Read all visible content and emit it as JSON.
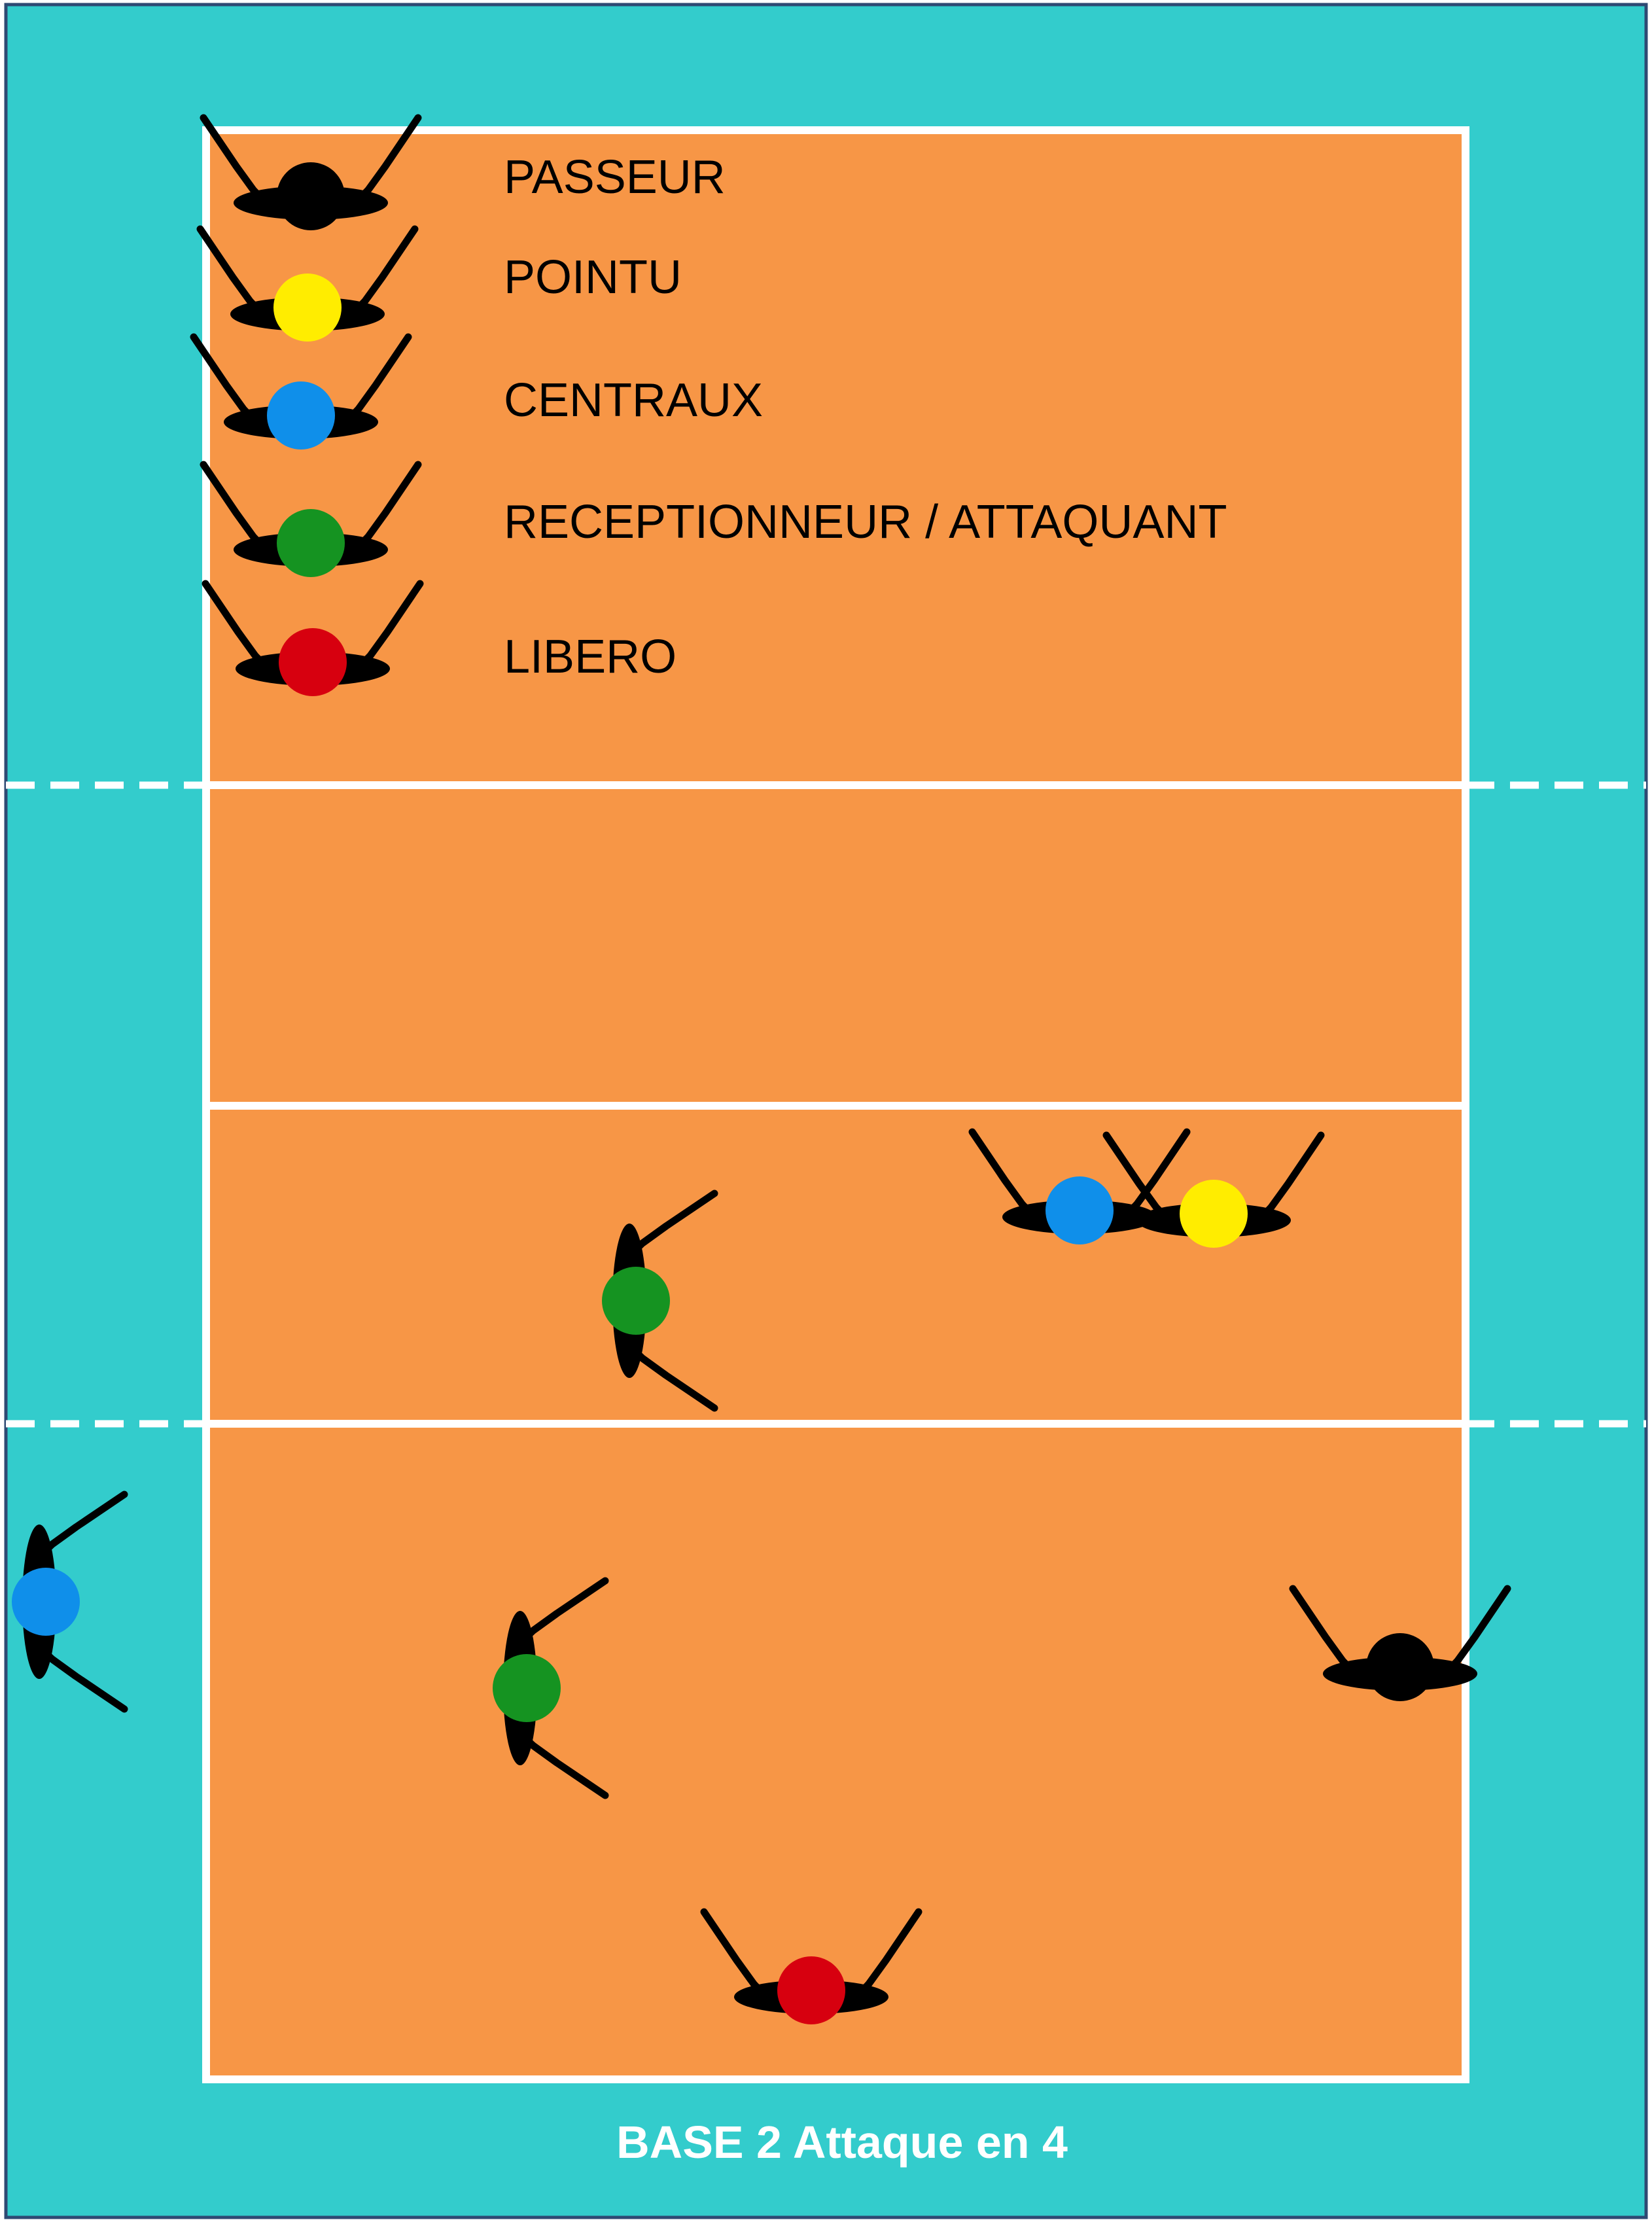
{
  "colors": {
    "surround": "#33CCCC",
    "court": "#F79646",
    "line": "#FFFFFF",
    "border": "#2E4A73",
    "body": "#000000",
    "passeur": "#000000",
    "pointu": "#FFED00",
    "central": "#0F8FEA",
    "receptionneur": "#159321",
    "libero": "#D7000F"
  },
  "legend": [
    {
      "role": "passeur",
      "label": "PASSEUR",
      "color_key": "passeur"
    },
    {
      "role": "pointu",
      "label": "POINTU",
      "color_key": "pointu"
    },
    {
      "role": "central",
      "label": "CENTRAUX",
      "color_key": "central"
    },
    {
      "role": "receptionneur",
      "label": "RECEPTIONNEUR / ATTAQUANT",
      "color_key": "receptionneur"
    },
    {
      "role": "libero",
      "label": "LIBERO",
      "color_key": "libero"
    }
  ],
  "players": [
    {
      "role": "central",
      "color_key": "central",
      "facing": "up"
    },
    {
      "role": "pointu",
      "color_key": "pointu",
      "facing": "up"
    },
    {
      "role": "receptionneur",
      "color_key": "receptionneur",
      "facing": "right"
    },
    {
      "role": "central",
      "color_key": "central",
      "facing": "right"
    },
    {
      "role": "receptionneur",
      "color_key": "receptionneur",
      "facing": "right"
    },
    {
      "role": "passeur",
      "color_key": "passeur",
      "facing": "up"
    },
    {
      "role": "libero",
      "color_key": "libero",
      "facing": "up"
    }
  ],
  "caption": "BASE 2 Attaque en 4"
}
